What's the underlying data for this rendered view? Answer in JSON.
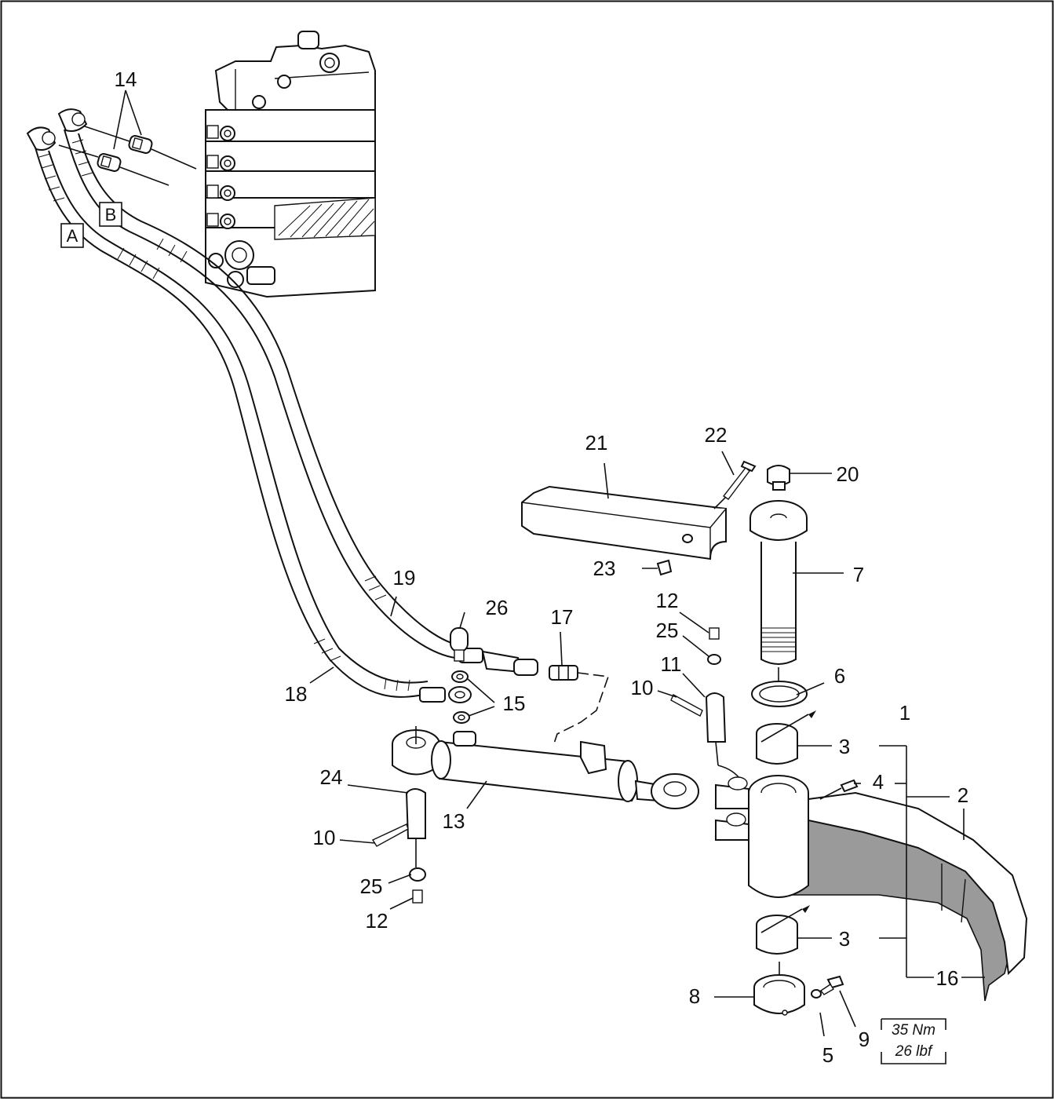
{
  "diagram": {
    "callouts": {
      "c1": "1",
      "c2": "2",
      "c3a": "3",
      "c3b": "3",
      "c4": "4",
      "c5": "5",
      "c6": "6",
      "c7": "7",
      "c8": "8",
      "c9": "9",
      "c10a": "10",
      "c10b": "10",
      "c11": "11",
      "c12a": "12",
      "c12b": "12",
      "c13": "13",
      "c14": "14",
      "c15": "15",
      "c16": "16",
      "c17": "17",
      "c18": "18",
      "c19": "19",
      "c20": "20",
      "c21": "21",
      "c22": "22",
      "c23": "23",
      "c24": "24",
      "c25a": "25",
      "c25b": "25",
      "c26": "26"
    },
    "hose_labels": {
      "a": "A",
      "b": "B"
    },
    "torque": {
      "metric": "35 Nm",
      "imperial": "26 lbf"
    },
    "colors": {
      "line": "#111111",
      "shaded_part": "#9a9a9a",
      "background": "#ffffff"
    }
  }
}
